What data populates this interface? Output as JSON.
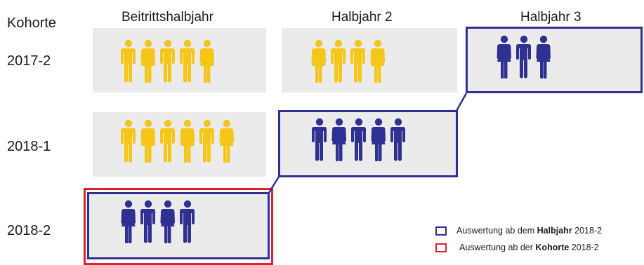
{
  "colors": {
    "yellow": "#f5c518",
    "blue": "#2e3192",
    "red": "#e0202a",
    "cell_bg": "#ebebeb"
  },
  "header": {
    "kohorte": "Kohorte",
    "col1": "Beitrittshalbjahr",
    "col2": "Halbjahr 2",
    "col3": "Halbjahr 3"
  },
  "rows": [
    {
      "label": "2017-2",
      "cells": [
        {
          "count": 5,
          "color": "yellow",
          "figures": [
            "male",
            "female",
            "male",
            "male",
            "female"
          ]
        },
        {
          "count": 4,
          "color": "yellow",
          "figures": [
            "female",
            "male",
            "male",
            "female"
          ]
        },
        {
          "count": 3,
          "color": "blue",
          "figures": [
            "female",
            "male",
            "female"
          ]
        }
      ]
    },
    {
      "label": "2018-1",
      "cells": [
        {
          "count": 6,
          "color": "yellow",
          "figures": [
            "male",
            "female",
            "male",
            "female",
            "male",
            "female"
          ]
        },
        {
          "count": 5,
          "color": "blue",
          "figures": [
            "male",
            "female",
            "male",
            "female",
            "male"
          ]
        }
      ]
    },
    {
      "label": "2018-2",
      "cells": [
        {
          "count": 4,
          "color": "blue",
          "figures": [
            "female",
            "male",
            "female",
            "male"
          ]
        }
      ]
    }
  ],
  "legend": {
    "halbjahr_prefix": "Auswertung ab dem ",
    "halbjahr_bold": "Halbjahr",
    "halbjahr_suffix": " 2018-2",
    "kohorte_prefix": "Auswertung ab der ",
    "kohorte_bold": "Kohorte",
    "kohorte_suffix": " 2018-2"
  }
}
